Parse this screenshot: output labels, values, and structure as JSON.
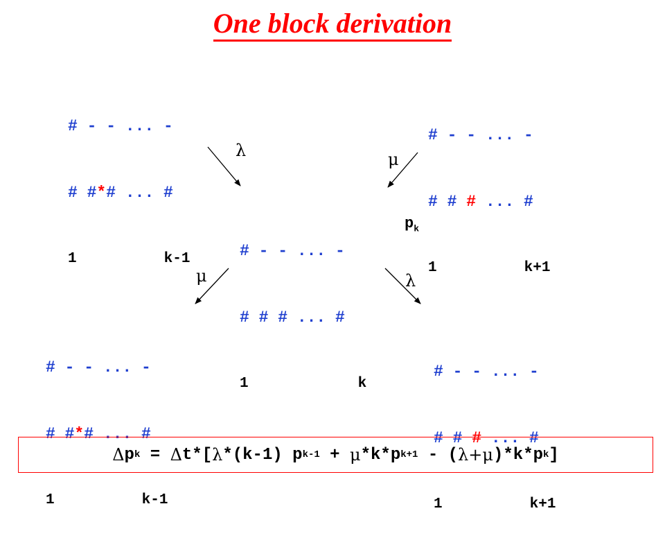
{
  "title": "One block derivation",
  "center": {
    "row1": "# - - ... -",
    "row2": "# # # ... #",
    "idx_left": "1",
    "idx_right": "k"
  },
  "top_left": {
    "row1": "# - - ... -",
    "row2_a": "# #",
    "row2_star": "*",
    "row2_b": "# ... #",
    "idx_left": "1",
    "idx_right": "k-1"
  },
  "top_right": {
    "row1": "# - - ... -",
    "row2_a": "# # ",
    "row2_red": "#",
    "row2_b": " ... #",
    "idx_left": "1",
    "idx_right": "k+1"
  },
  "bottom_left": {
    "row1": "# - - ... -",
    "row2_a": "# #",
    "row2_star": "*",
    "row2_b": "# ... #",
    "idx_left": "1",
    "idx_right": "k-1"
  },
  "bottom_right": {
    "row1": "# - - ... -",
    "row2_a": "# # ",
    "row2_red": "#",
    "row2_b": " ... #",
    "idx_left": "1",
    "idx_right": "k+1"
  },
  "rates": {
    "top_left": "λ",
    "top_right": "μ",
    "bottom_left": "μ",
    "bottom_right": "λ"
  },
  "pk_label": {
    "base": "p",
    "sub": "k"
  },
  "equation": {
    "delta1": "Δ",
    "p1": "p",
    "p1_sub": "k",
    "eq": " = ",
    "delta2": "Δ",
    "t_part": "t*[",
    "lambda1": "λ",
    "part2": "*(k-1) p",
    "p2_sub": "k-1",
    "part3": " + ",
    "mu1": "μ",
    "part4": "*k*p",
    "p3_sub": "k+1",
    "part5": " - (",
    "lambda2": "λ",
    "plus": "+",
    "mu2": "μ",
    "part6": ")*k*p",
    "p4_sub": "k",
    "part7": "]"
  }
}
